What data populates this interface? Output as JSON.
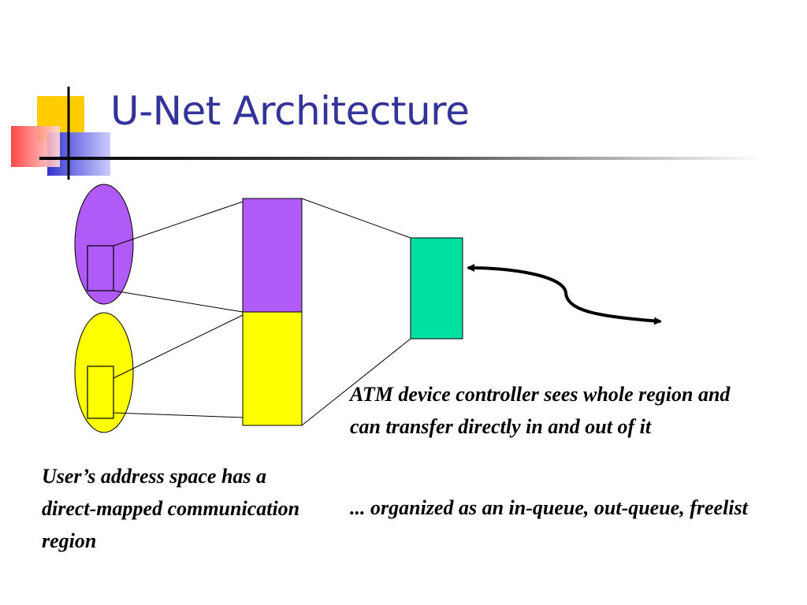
{
  "slide": {
    "title": "U-Net Architecture"
  },
  "captions": {
    "user_space": "User’s address space has a direct-mapped communication region",
    "atm_sees": "ATM device controller sees whole region and can transfer directly in and out of it",
    "organized": "... organized as an in-queue, out-queue, freelist"
  },
  "colors": {
    "title": "#333399",
    "process_a": "#b05bf7",
    "process_b": "#ffff00",
    "controller": "#00e0a0",
    "deco_yellow": "#ffcc00",
    "deco_blue": "#3333cc",
    "deco_red": "#ff3333"
  }
}
